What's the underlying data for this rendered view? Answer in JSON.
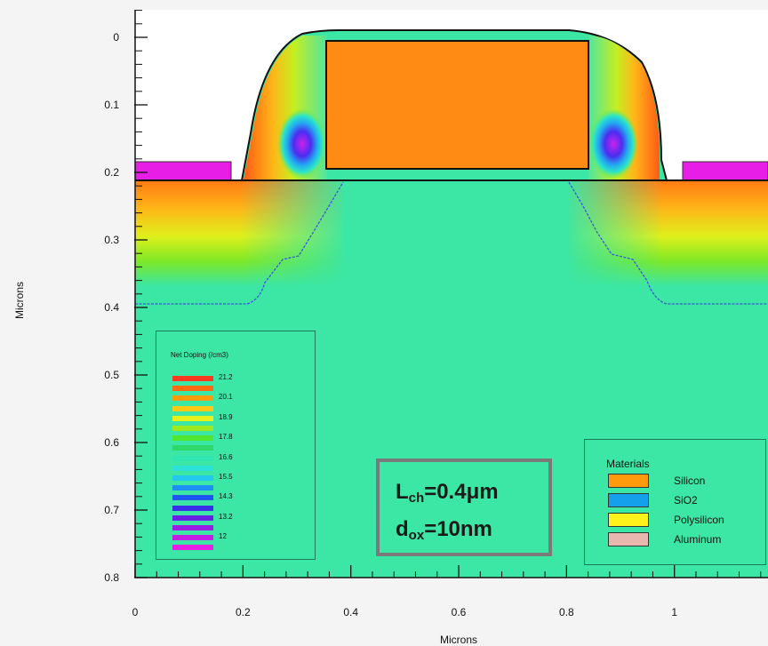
{
  "chart_data": {
    "type": "heatmap",
    "xlabel": "Microns",
    "ylabel": "Microns",
    "xlim": [
      0,
      1.2
    ],
    "ylim": [
      0.8,
      0
    ],
    "x_ticks": [
      "0",
      "0.2",
      "0.4",
      "0.6",
      "0.8",
      "1"
    ],
    "x_tick_values": [
      0,
      0.2,
      0.4,
      0.6,
      0.8,
      1.0
    ],
    "y_ticks": [
      "0",
      "0.1",
      "0.2",
      "0.3",
      "0.4",
      "0.5",
      "0.6",
      "0.7",
      "0.8"
    ],
    "y_tick_values": [
      0,
      0.1,
      0.2,
      0.3,
      0.4,
      0.5,
      0.6,
      0.7,
      0.8
    ],
    "colorbar": {
      "title": "Net Doping (/cm3)",
      "labels": [
        "21.2",
        "20.1",
        "18.9",
        "17.8",
        "16.6",
        "15.5",
        "14.3",
        "13.2",
        "12"
      ],
      "colors": [
        "#ff3a1e",
        "#ff6a10",
        "#ff9a0c",
        "#ffc915",
        "#e6f01a",
        "#9ee81e",
        "#4ee62e",
        "#2ed96a",
        "#32e6b4",
        "#2ee1d6",
        "#22c8ee",
        "#1d8ff2",
        "#1f55f0",
        "#3a2ee8",
        "#6a1fe6",
        "#9a1ce6",
        "#c41ee6",
        "#e61ee6"
      ]
    },
    "materials": {
      "title": "Materials",
      "items": [
        {
          "name": "Silicon",
          "color": "#ff9a0c"
        },
        {
          "name": "SiO2",
          "color": "#14a0ea"
        },
        {
          "name": "Polysilicon",
          "color": "#fff21a"
        },
        {
          "name": "Aluminum",
          "color": "#e8b8b0"
        }
      ]
    },
    "annotation": {
      "line1": {
        "main": "L",
        "sub": "ch",
        "value": "=0.4μm"
      },
      "line2": {
        "main": "d",
        "sub": "ox",
        "value": "=10nm"
      }
    },
    "regions": {
      "gate_x": [
        0.36,
        0.84
      ],
      "gate_y": [
        0.005,
        0.19
      ],
      "spacer_x": [
        0.21,
        0.98
      ],
      "contact_left_x": [
        0,
        0.18
      ],
      "contact_right_x": [
        1.02,
        1.2
      ],
      "contact_y": [
        0.18,
        0.21
      ],
      "substrate_top_y": 0.21,
      "junction_depth_y": 0.4
    }
  }
}
